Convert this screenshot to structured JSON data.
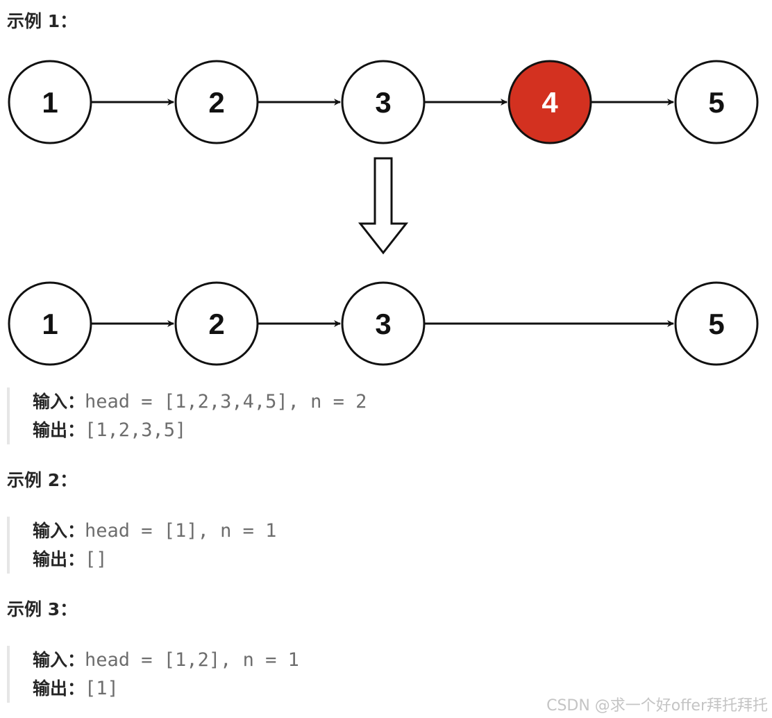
{
  "examples": [
    {
      "title": "示例 1：",
      "input_label": "输入：",
      "input_value": "head = [1,2,3,4,5], n = 2",
      "output_label": "输出：",
      "output_value": "[1,2,3,5]"
    },
    {
      "title": "示例 2：",
      "input_label": "输入：",
      "input_value": "head = [1], n = 1",
      "output_label": "输出：",
      "output_value": "[]"
    },
    {
      "title": "示例 3：",
      "input_label": "输入：",
      "input_value": "head = [1,2], n = 1",
      "output_label": "输出：",
      "output_value": "[1]"
    }
  ],
  "diagram": {
    "before": [
      "1",
      "2",
      "3",
      "4",
      "5"
    ],
    "after": [
      "1",
      "2",
      "3",
      "5"
    ],
    "removed": "4",
    "highlight_color": "#d33120"
  },
  "watermark": "CSDN @求一个好offer拜托拜托"
}
